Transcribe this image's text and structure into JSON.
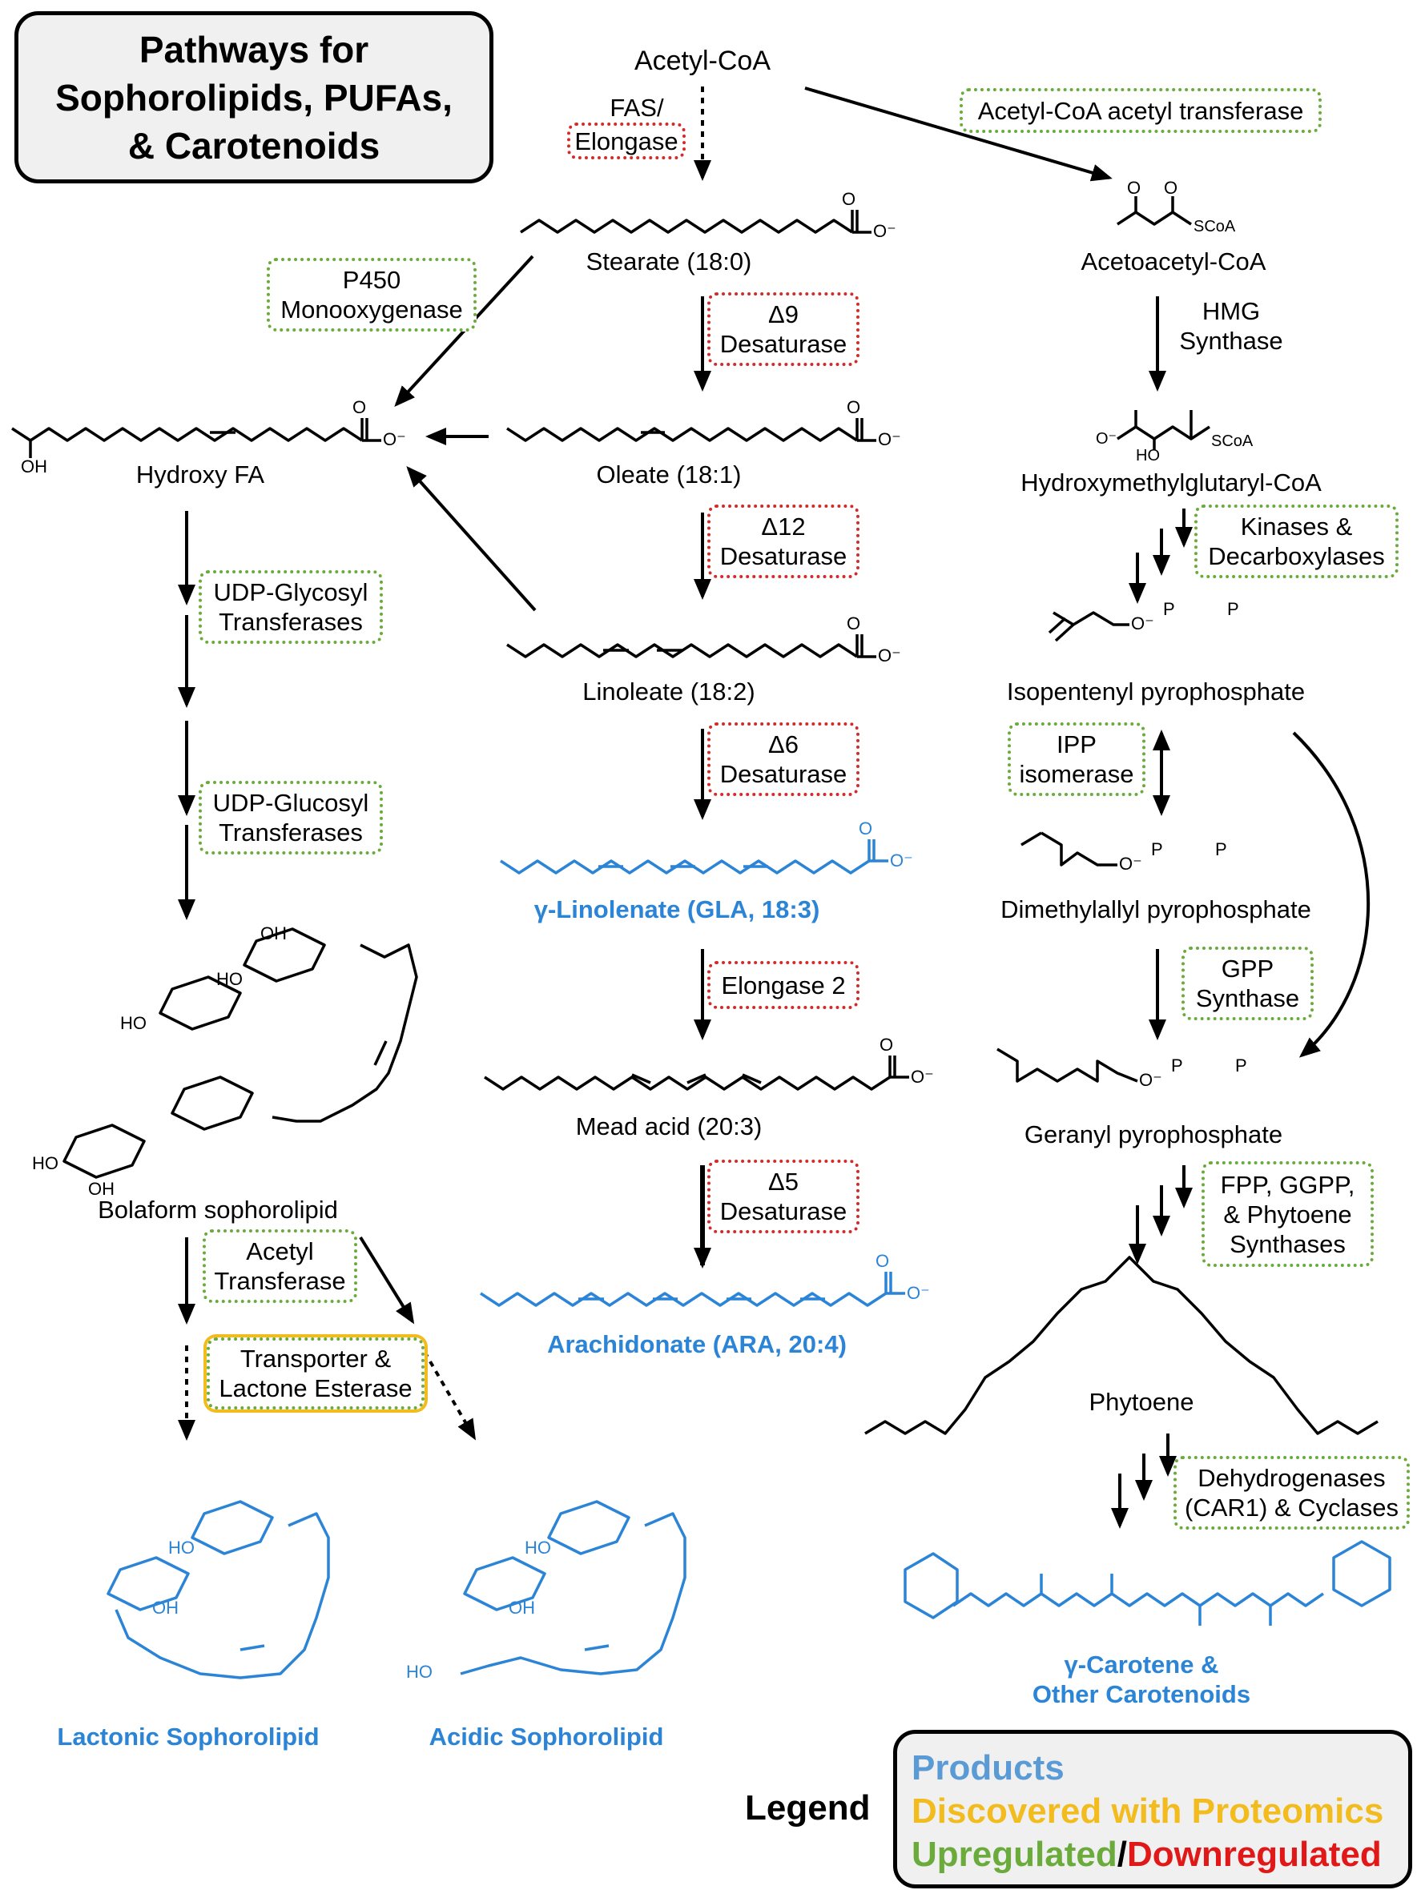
{
  "title": {
    "line1": "Pathways for",
    "line2": "Sophorolipids, PUFAs,",
    "line3": "& Carotenoids"
  },
  "compounds": {
    "acetyl_coa": "Acetyl-CoA",
    "stearate": "Stearate (18:0)",
    "acetoacetyl_coa": "Acetoacetyl-CoA",
    "hydroxy_fa": "Hydroxy FA",
    "oleate": "Oleate (18:1)",
    "hmg_coa": "Hydroxymethylglutaryl-CoA",
    "linoleate": "Linoleate (18:2)",
    "ipp": "Isopentenyl pyrophosphate",
    "gla": "γ-Linolenate (GLA, 18:3)",
    "dmapp": "Dimethylallyl pyrophosphate",
    "mead_acid": "Mead acid (20:3)",
    "gpp": "Geranyl pyrophosphate",
    "bolaform": "Bolaform sophorolipid",
    "arachidonate": "Arachidonate (ARA, 20:4)",
    "phytoene": "Phytoene",
    "lactonic": "Lactonic Sophorolipid",
    "acidic": "Acidic Sophorolipid",
    "carotene_line1": "γ-Carotene &",
    "carotene_line2": "Other Carotenoids"
  },
  "enzymes": {
    "fas_elongase": {
      "line1": "FAS/",
      "line2": "Elongase"
    },
    "acetyl_coa_acetyl_transferase": "Acetyl-CoA acetyl transferase",
    "p450": {
      "line1": "P450",
      "line2": "Monooxygenase"
    },
    "d9": {
      "line1": "Δ9",
      "line2": "Desaturase"
    },
    "hmg_synthase": {
      "line1": "HMG",
      "line2": "Synthase"
    },
    "d12": {
      "line1": "Δ12",
      "line2": "Desaturase"
    },
    "kinases": {
      "line1": "Kinases &",
      "line2": "Decarboxylases"
    },
    "udp_glycosyl": {
      "line1": "UDP-Glycosyl",
      "line2": "Transferases"
    },
    "d6": {
      "line1": "Δ6",
      "line2": "Desaturase"
    },
    "ipp_isomerase": {
      "line1": "IPP",
      "line2": "isomerase"
    },
    "udp_glucosyl": {
      "line1": "UDP-Glucosyl",
      "line2": "Transferases"
    },
    "elongase2": "Elongase 2",
    "gpp_synthase": {
      "line1": "GPP",
      "line2": "Synthase"
    },
    "d5": {
      "line1": "Δ5",
      "line2": "Desaturase"
    },
    "fpp": {
      "line1": "FPP,  GGPP,",
      "line2": "& Phytoene",
      "line3": "Synthases"
    },
    "acetyl_transferase": {
      "line1": "Acetyl",
      "line2": "Transferase"
    },
    "transporter": {
      "line1": "Transporter &",
      "line2": "Lactone Esterase"
    },
    "dehydrogenases": {
      "line1": "Dehydrogenases",
      "line2": "(CAR1) & Cyclases"
    }
  },
  "structure_text": {
    "o": "O",
    "o_minus": "O⁻",
    "scoa": "SCoA",
    "oh": "OH",
    "ho": "HO",
    "p": "P"
  },
  "legend": {
    "title": "Legend",
    "products": "Products",
    "discovered": "Discovered with Proteomics",
    "upregulated": "Upregulated",
    "slash": "/",
    "downregulated": "Downregulated"
  },
  "colors": {
    "products": "#2b84d6",
    "products_legend": "#5b9bd5",
    "discovered": "#f2bb1e",
    "upregulated": "#6aab3c",
    "downregulated": "#e01818",
    "arrow": "#000000"
  }
}
